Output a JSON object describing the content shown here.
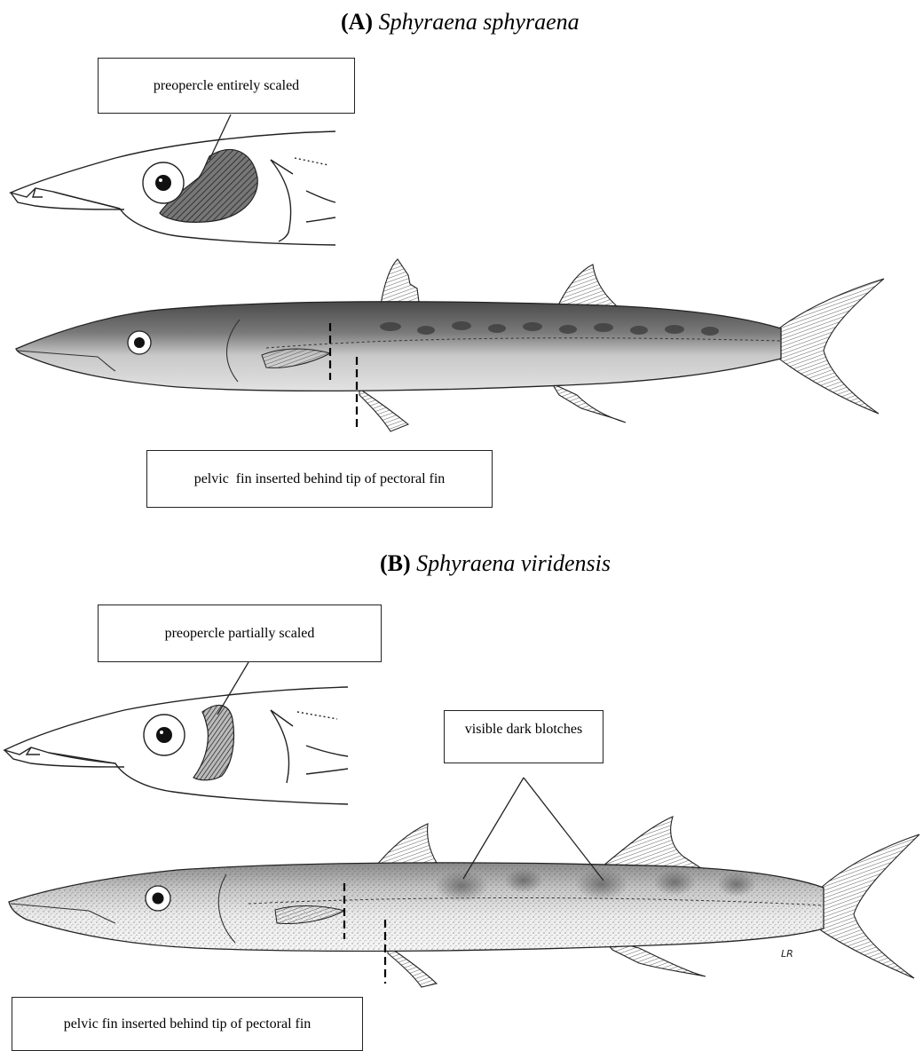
{
  "section_a": {
    "label": "(A)",
    "species": "Sphyraena sphyraena",
    "head_callout": "preopercle entirely scaled",
    "fin_callout": "pelvic  fin inserted behind tip of pectoral fin"
  },
  "section_b": {
    "label": "(B)",
    "species": "Sphyraena viridensis",
    "head_callout": "preopercle partially scaled",
    "blotch_callout": "visible dark blotches",
    "fin_callout": "pelvic fin inserted behind tip of pectoral fin",
    "artist_signature": "LR"
  }
}
